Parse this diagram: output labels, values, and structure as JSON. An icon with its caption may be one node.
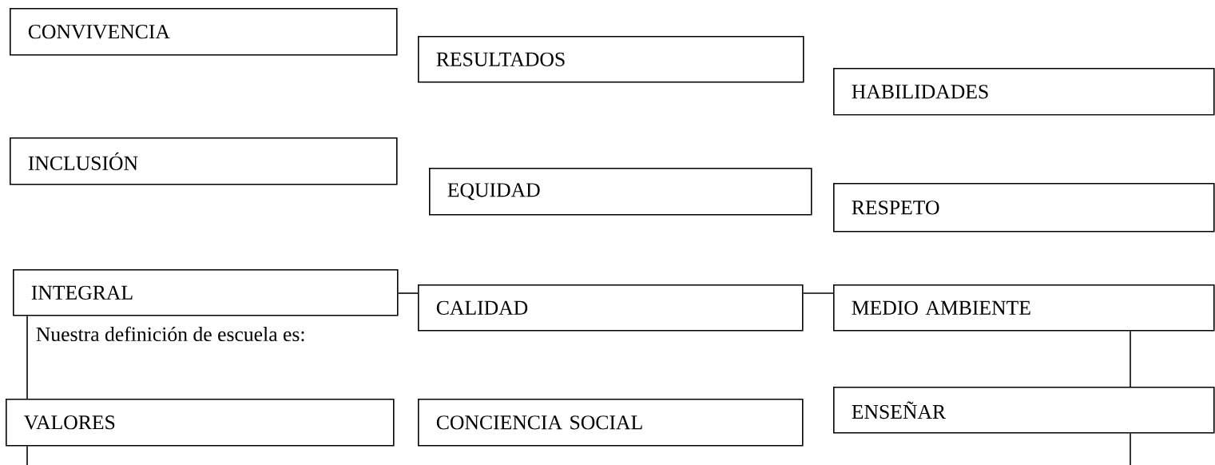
{
  "diagram": {
    "nodes": [
      {
        "text": [
          "CONVIVENCIA"
        ]
      },
      {
        "text": [
          "RESULTADOS"
        ]
      },
      {
        "text": [
          "HABILIDADES"
        ]
      },
      {
        "text": [
          "INCLUSIÓN"
        ]
      },
      {
        "text": [
          "EQUIDAD"
        ]
      },
      {
        "text": [
          "RESPETO"
        ]
      },
      {
        "text": [
          "INTEGRAL"
        ]
      },
      {
        "text": [
          "CALIDAD"
        ]
      },
      {
        "text": [
          "MEDIO AMBIENTE"
        ]
      },
      {
        "text": [
          "VALORES"
        ]
      },
      {
        "text": [
          "CONCIENCIA SOCIAL"
        ]
      },
      {
        "text": [
          "ENSEÑAR"
        ]
      }
    ],
    "edges": [
      {
        "from": 6,
        "to": 7,
        "arrow": "none"
      },
      {
        "from": 7,
        "to": 8,
        "arrow": "none"
      },
      {
        "from": 6,
        "to": 9,
        "arrow": "none"
      },
      {
        "from": 9,
        "to": null,
        "arrow": "none"
      },
      {
        "from": 8,
        "to": 11,
        "arrow": "none"
      },
      {
        "from": 11,
        "to": null,
        "arrow": "none"
      }
    ],
    "labels": [
      "Nuestra definición de escuela es:"
    ]
  }
}
